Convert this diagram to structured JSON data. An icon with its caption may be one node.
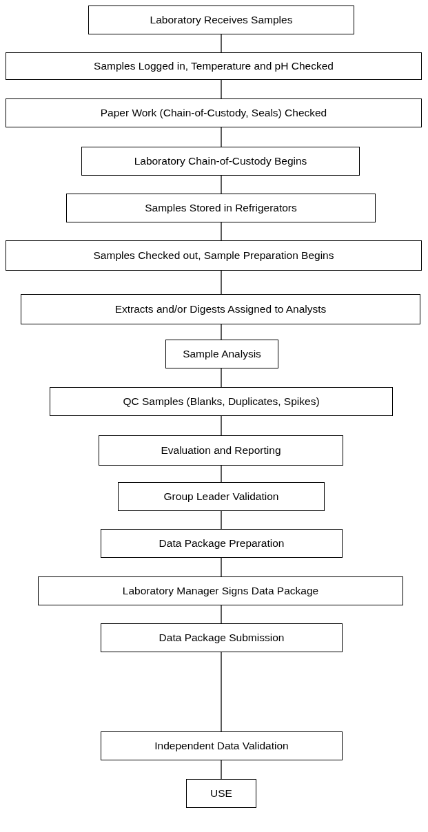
{
  "diagram": {
    "nodes": [
      {
        "text": [
          "Laboratory Receives Samples"
        ]
      },
      {
        "text": [
          "Samples Logged in, Temperature and pH Checked"
        ]
      },
      {
        "text": [
          "Paper Work (Chain-of-Custody, Seals) Checked"
        ]
      },
      {
        "text": [
          "Laboratory Chain-of-Custody Begins"
        ]
      },
      {
        "text": [
          "Samples Stored in Refrigerators"
        ]
      },
      {
        "text": [
          "Samples Checked out, Sample Preparation Begins"
        ]
      },
      {
        "text": [
          "Extracts and/or Digests Assigned to Analysts"
        ]
      },
      {
        "text": [
          "Sample Analysis"
        ]
      },
      {
        "text": [
          "QC Samples (Blanks, Duplicates, Spikes)"
        ]
      },
      {
        "text": [
          "Evaluation and Reporting"
        ]
      },
      {
        "text": [
          "Group Leader Validation"
        ]
      },
      {
        "text": [
          "Data Package Preparation"
        ]
      },
      {
        "text": [
          "Laboratory Manager Signs Data Package"
        ]
      },
      {
        "text": [
          "Data Package Submission"
        ]
      },
      {
        "text": [
          "Independent Data Validation"
        ]
      },
      {
        "text": [
          "USE"
        ]
      }
    ],
    "edges": [
      {
        "from": 0,
        "to": 1,
        "arrow": "none"
      },
      {
        "from": 1,
        "to": 2,
        "arrow": "none"
      },
      {
        "from": 2,
        "to": 3,
        "arrow": "none"
      },
      {
        "from": 3,
        "to": 4,
        "arrow": "none"
      },
      {
        "from": 4,
        "to": 5,
        "arrow": "none"
      },
      {
        "from": 5,
        "to": 6,
        "arrow": "none"
      },
      {
        "from": 6,
        "to": 7,
        "arrow": "none"
      },
      {
        "from": 7,
        "to": 8,
        "arrow": "none"
      },
      {
        "from": 8,
        "to": 9,
        "arrow": "none"
      },
      {
        "from": 9,
        "to": 10,
        "arrow": "none"
      },
      {
        "from": 10,
        "to": 11,
        "arrow": "none"
      },
      {
        "from": 11,
        "to": 12,
        "arrow": "none"
      },
      {
        "from": 12,
        "to": 13,
        "arrow": "none"
      },
      {
        "from": 13,
        "to": 14,
        "arrow": "none"
      },
      {
        "from": 14,
        "to": 15,
        "arrow": "none"
      }
    ]
  }
}
